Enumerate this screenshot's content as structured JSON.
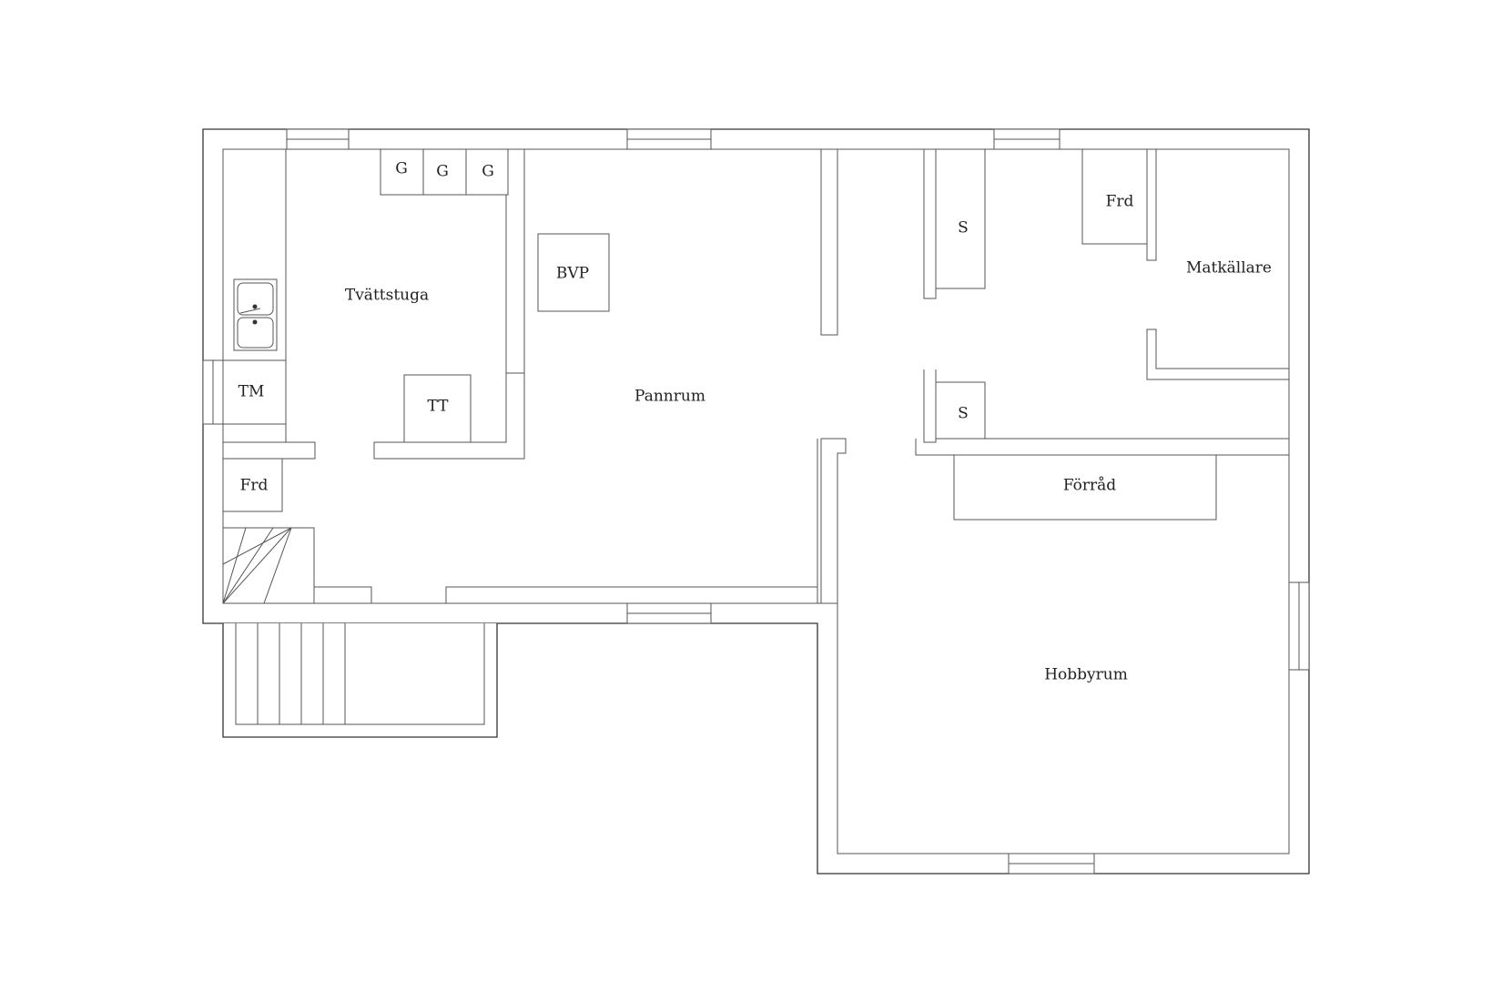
{
  "rooms": {
    "tvattstuga": "Tvättstuga",
    "pannrum": "Pannrum",
    "matkallare": "Matkällare",
    "forrad": "Förråd",
    "hobbyrum": "Hobbyrum"
  },
  "fixtures": {
    "g1": "G",
    "g2": "G",
    "g3": "G",
    "bvp": "BVP",
    "tm": "TM",
    "tt": "TT",
    "frd_left": "Frd",
    "frd_right": "Frd",
    "s_upper": "S",
    "s_lower": "S"
  },
  "colors": {
    "wall_stroke": "#333333",
    "background": "#ffffff"
  }
}
